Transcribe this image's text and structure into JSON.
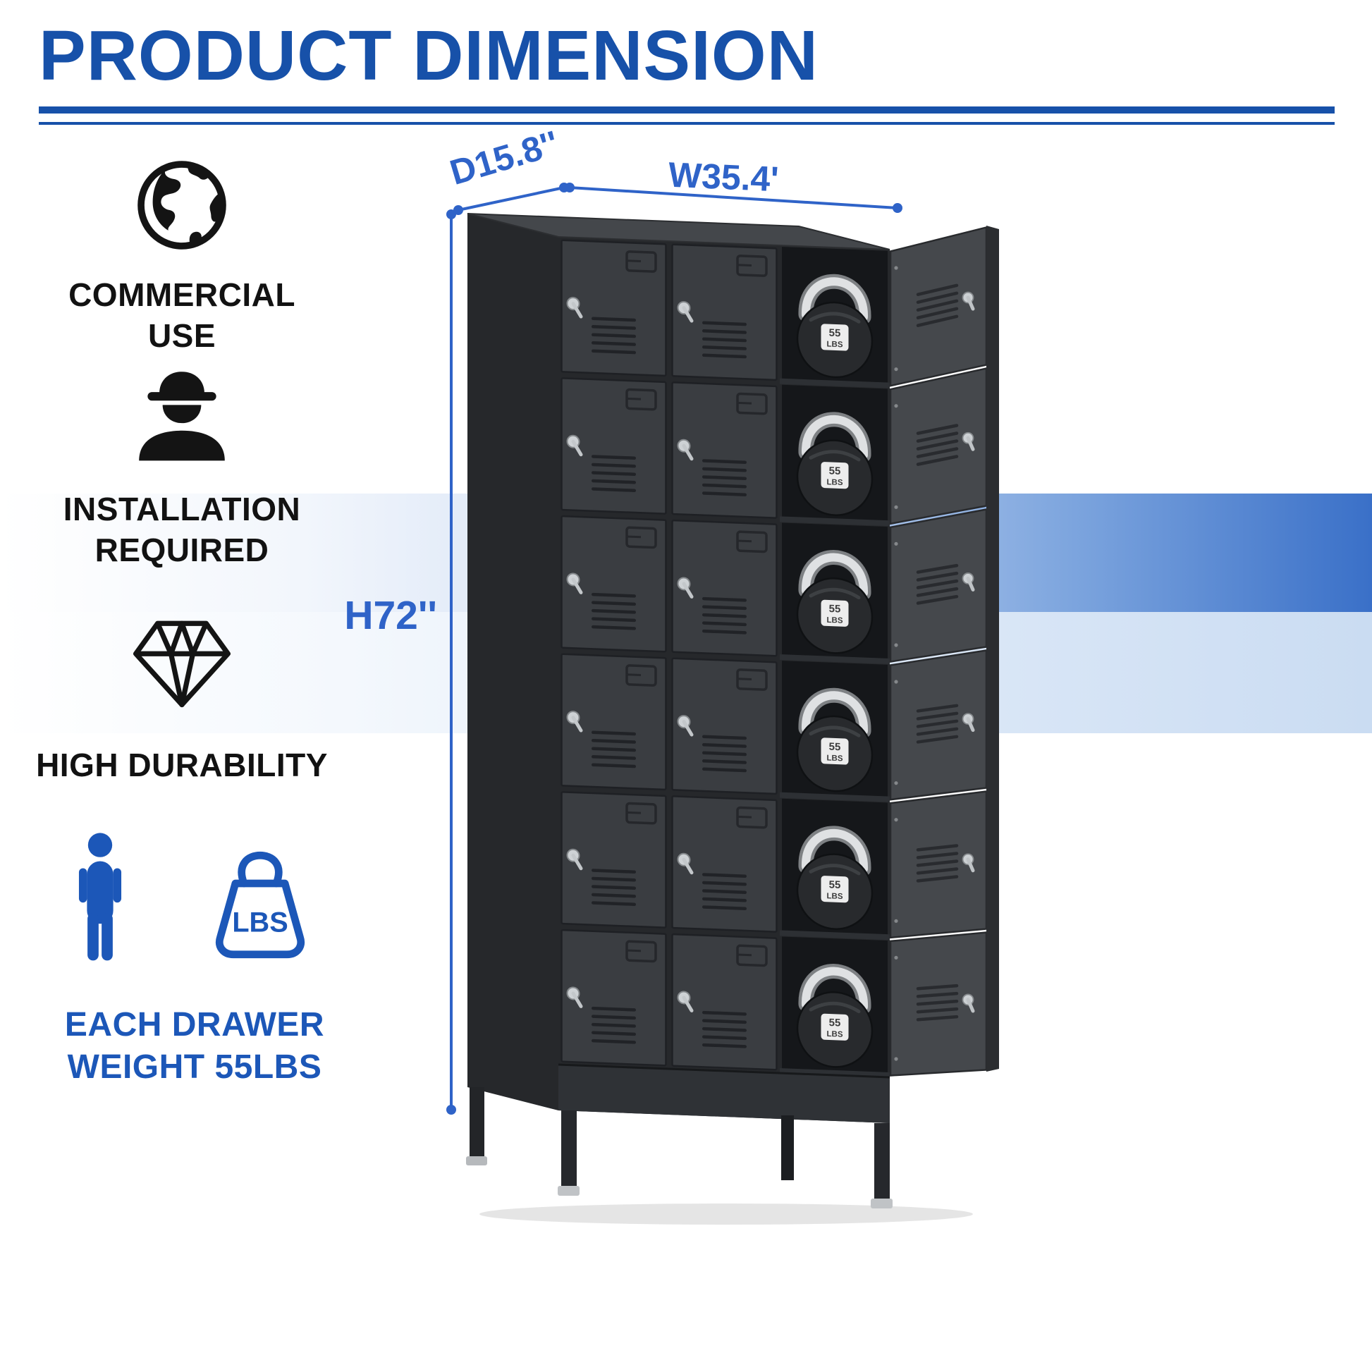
{
  "title": "PRODUCT DIMENSION",
  "colors": {
    "accent_blue": "#1751a9",
    "dimension_blue": "#2f63c8",
    "feature_blue": "#1c57b8",
    "cabinet_gray": "#3a3d41"
  },
  "features": [
    {
      "icon": "globe-icon",
      "label": "COMMERCIAL USE"
    },
    {
      "icon": "construction-worker-icon",
      "label": "INSTALLATION REQUIRED"
    },
    {
      "icon": "diamond-icon",
      "label": "HIGH DURABILITY"
    },
    {
      "icon": "person-and-weight-icon",
      "label": "EACH DRAWER WEIGHT 55LBS",
      "weight_unit": "LBS"
    }
  ],
  "dimensions": {
    "depth": "D15.8''",
    "width": "W35.4'",
    "height": "H72''"
  },
  "locker": {
    "rows": 6,
    "columns": 3,
    "kettlebell_weight": "55",
    "kettlebell_unit": "LBS"
  }
}
